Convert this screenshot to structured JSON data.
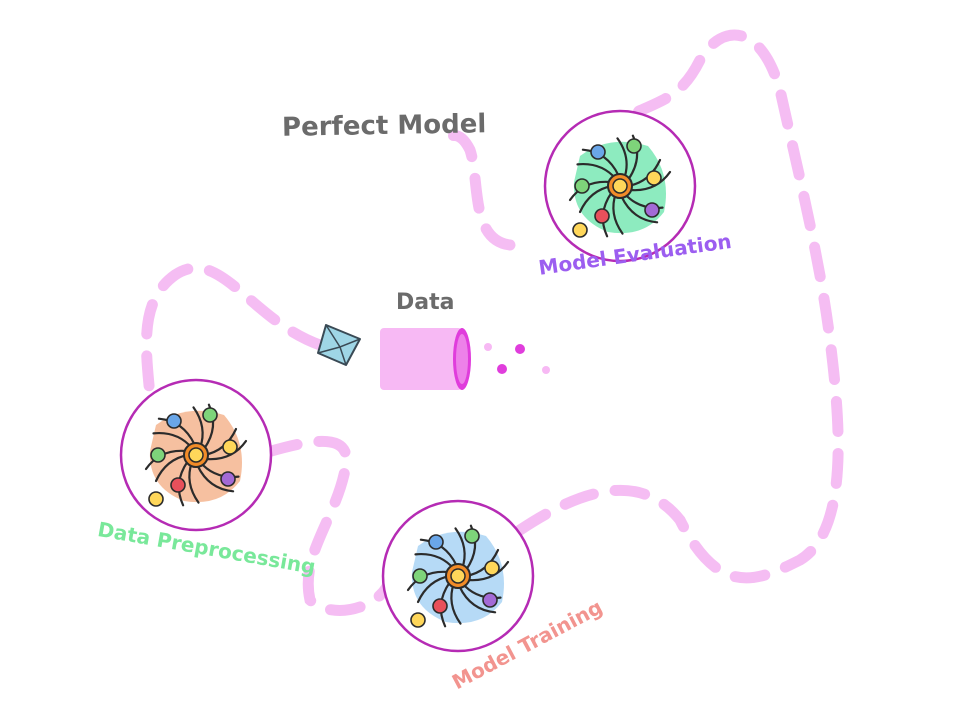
{
  "labels": {
    "perfect_model": "Perfect Model",
    "data": "Data",
    "model_evaluation": "Model Evaluation",
    "data_preprocessing": "Data Preprocessing",
    "model_training": "Model Training"
  },
  "colors": {
    "path": "#f5bdf3",
    "ring": "#b52bb4",
    "perfect_model_text": "#6b6b6b",
    "data_text": "#6b6b6b",
    "model_evaluation_text": "#9c5ef0",
    "data_preprocessing_text": "#79e89a",
    "model_training_text": "#f2948f",
    "evaluation_fill": "#79e8b4",
    "preprocessing_fill": "#f5b58f",
    "training_fill": "#a9d3f5",
    "cylinder": "#f7b9f4",
    "cylinder_end": "#e03ddc",
    "gem": "#9fd6e6"
  },
  "icons": {
    "stage_icon": "galaxy-icon",
    "perfect_model_icon": "gem-icon",
    "data_icon": "cylinder-icon"
  }
}
